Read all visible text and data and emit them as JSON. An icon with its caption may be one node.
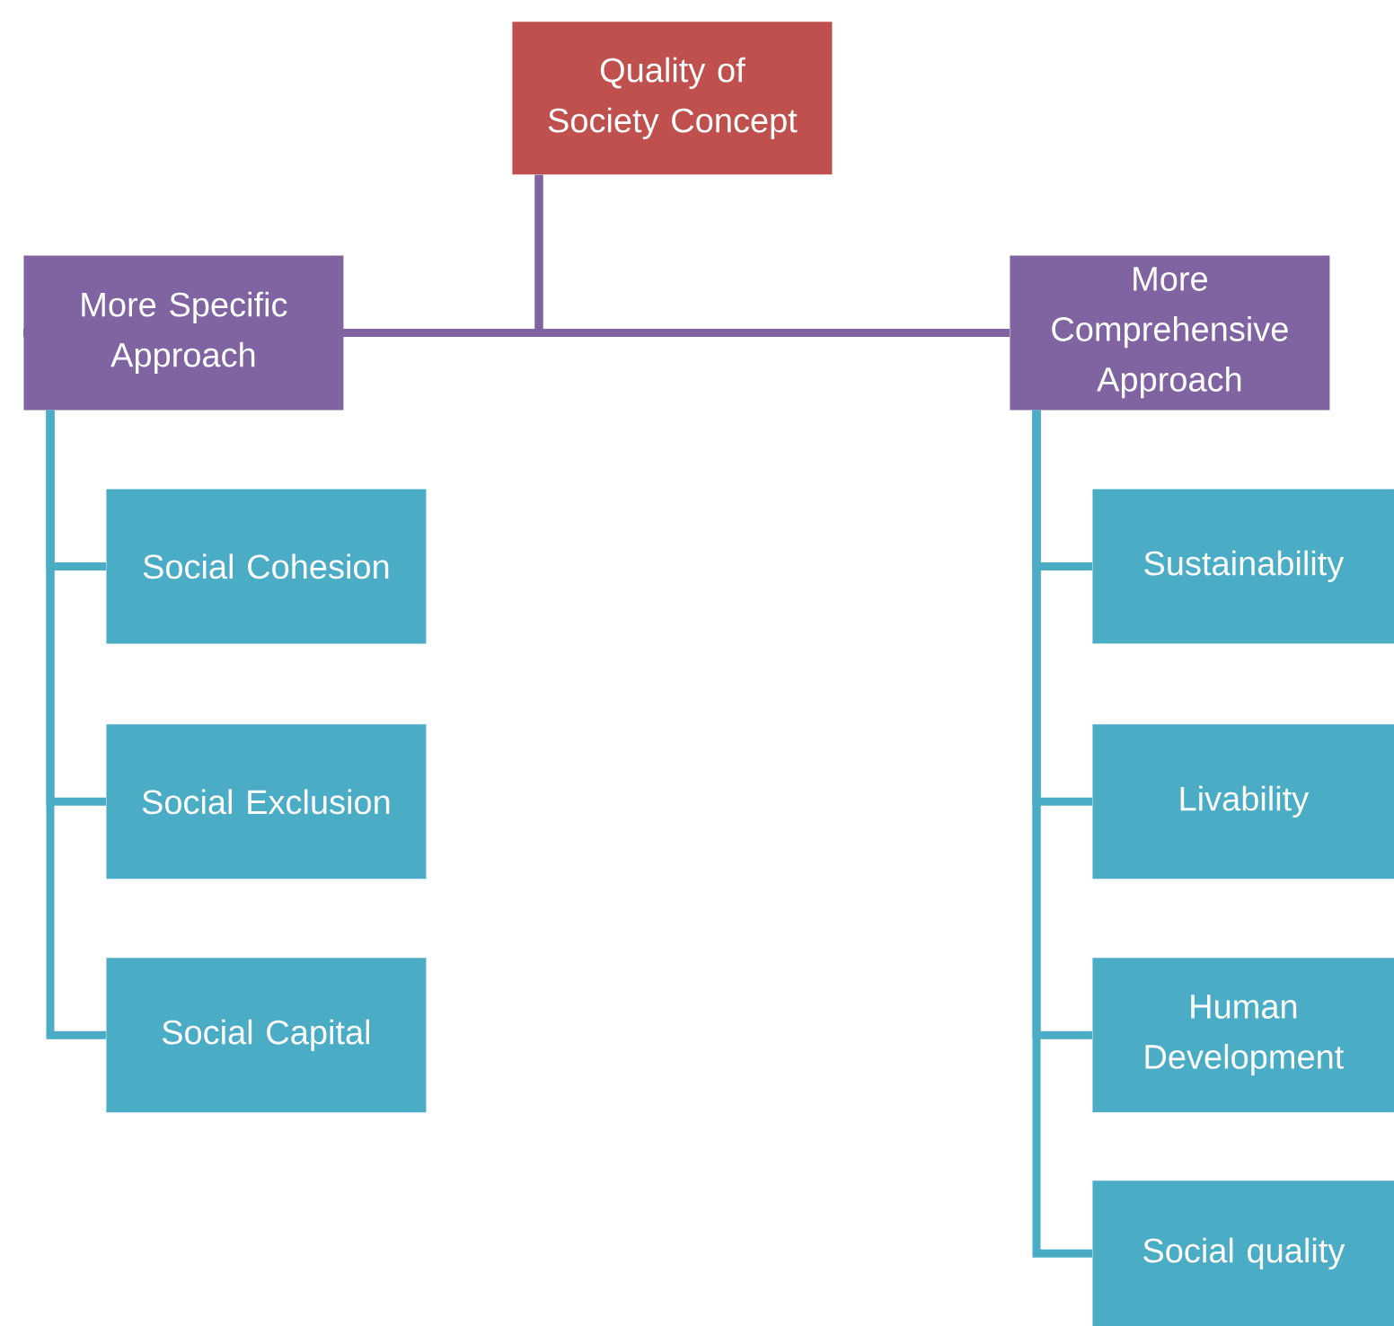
{
  "diagram": {
    "nodes": [
      {
        "text": [
          "Quality of Society Concept"
        ]
      },
      {
        "text": [
          "More Specific Approach"
        ]
      },
      {
        "text": [
          "More Comprehensive Approach"
        ]
      },
      {
        "text": [
          "Social Cohesion"
        ]
      },
      {
        "text": [
          "Social Exclusion"
        ]
      },
      {
        "text": [
          "Social Capital"
        ]
      },
      {
        "text": [
          "Sustainability"
        ]
      },
      {
        "text": [
          "Livability"
        ]
      },
      {
        "text": [
          "Human Development"
        ]
      },
      {
        "text": [
          "Social quality"
        ]
      }
    ],
    "edges": [
      {
        "from": 0,
        "to": 1,
        "arrow": "none",
        "color": "#8064a2"
      },
      {
        "from": 0,
        "to": 2,
        "arrow": "none",
        "color": "#8064a2"
      },
      {
        "from": 1,
        "to": 3,
        "arrow": "none"
      },
      {
        "from": 1,
        "to": 4,
        "arrow": "none"
      },
      {
        "from": 1,
        "to": 5,
        "arrow": "none"
      },
      {
        "from": 2,
        "to": 6,
        "arrow": "none"
      },
      {
        "from": 2,
        "to": 7,
        "arrow": "none"
      },
      {
        "from": 2,
        "to": 8,
        "arrow": "none"
      },
      {
        "from": 2,
        "to": 9,
        "arrow": "none"
      }
    ]
  }
}
